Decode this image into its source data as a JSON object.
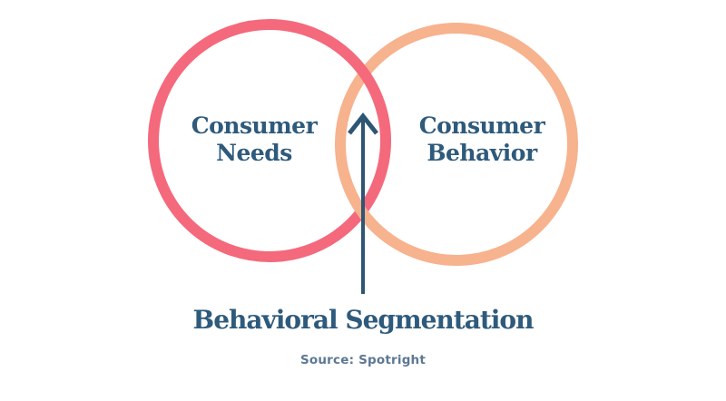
{
  "diagram": {
    "type": "venn",
    "title": "Behavioral Segmentation",
    "source": "Source: Spotright",
    "circles": [
      {
        "id": "consumer-needs",
        "label": "Consumer Needs",
        "label_line1": "Consumer",
        "label_line2": "Needs",
        "color": "#F4697B"
      },
      {
        "id": "consumer-behavior",
        "label": "Consumer Behavior",
        "label_line1": "Consumer",
        "label_line2": "Behavior",
        "color": "#F7B28E"
      }
    ],
    "arrow": {
      "direction": "up",
      "points_to": "circle intersection",
      "label": "Behavioral Segmentation",
      "color": "#2D5674"
    },
    "colors": {
      "background": "#FFFFFF",
      "pink_circle": "#F4697B",
      "peach_circle": "#F7B28E",
      "heading_text": "#2E5A7C",
      "source_text": "#5C7893",
      "arrow": "#2D5674"
    }
  }
}
